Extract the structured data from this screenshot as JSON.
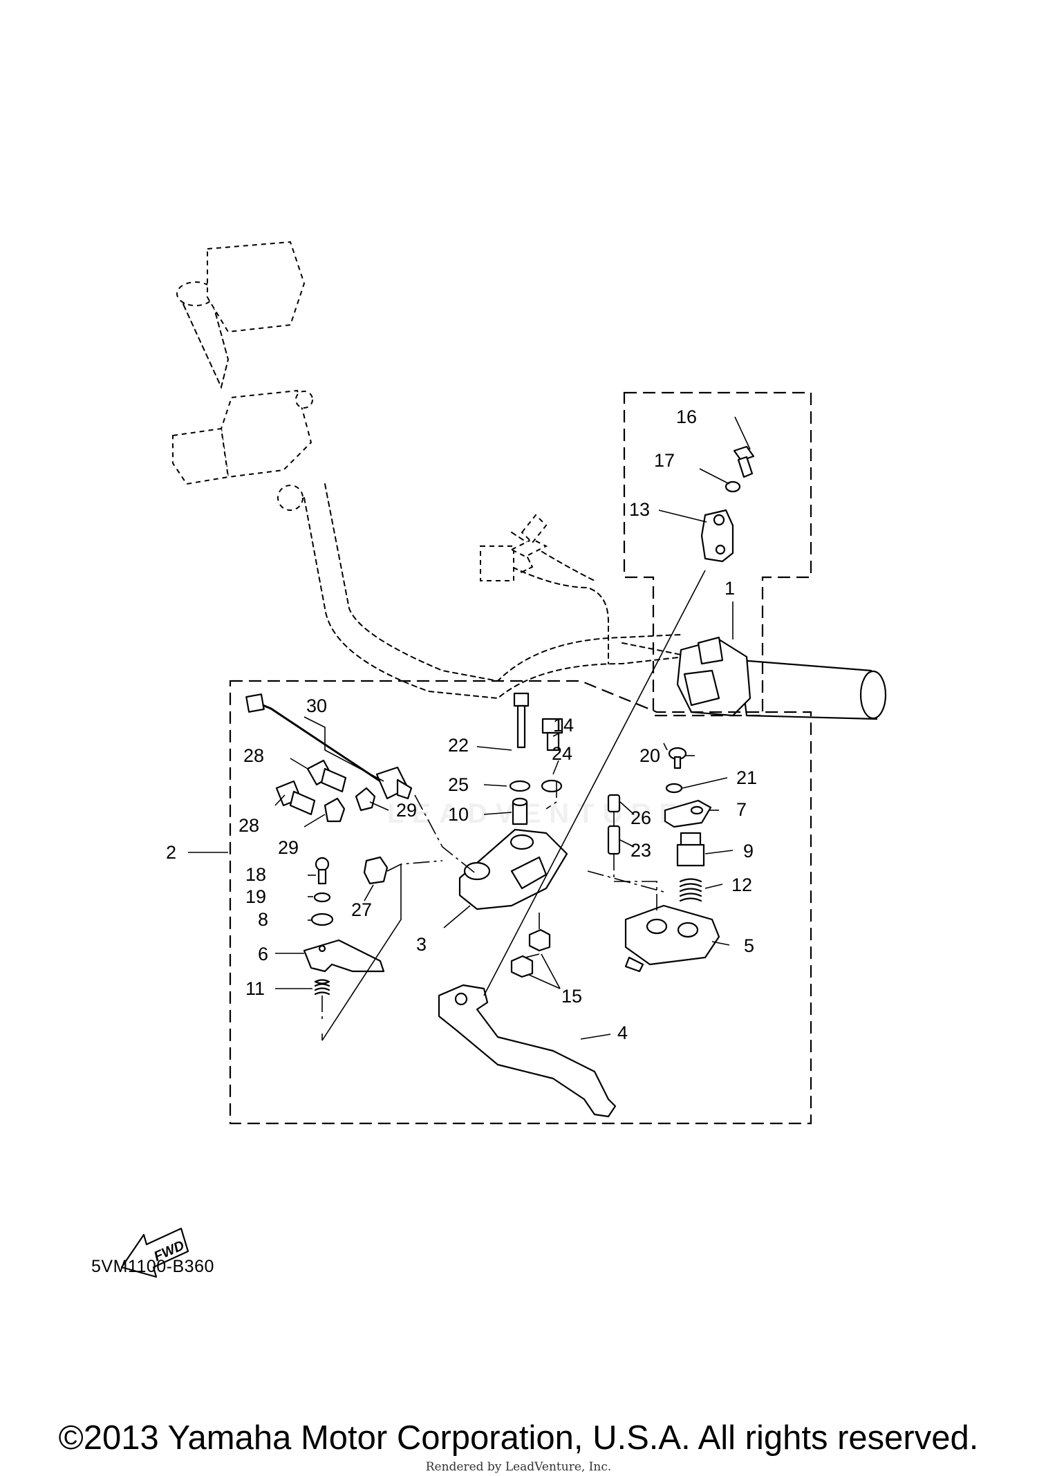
{
  "callouts": [
    "1",
    "2",
    "3",
    "4",
    "5",
    "6",
    "7",
    "8",
    "9",
    "10",
    "11",
    "12",
    "13",
    "14",
    "15",
    "16",
    "17",
    "18",
    "19",
    "20",
    "21",
    "22",
    "23",
    "24",
    "25",
    "26",
    "27",
    "28",
    "28",
    "29",
    "29",
    "30"
  ],
  "fwd_label": "FWD",
  "drawing_code": "5VM1100-B360",
  "copyright": "©2013 Yamaha Motor Corporation, U.S.A. All rights reserved.",
  "watermark": "Rendered by LeadVenture, Inc.",
  "colors": {
    "line": "#000000",
    "background": "#ffffff"
  }
}
